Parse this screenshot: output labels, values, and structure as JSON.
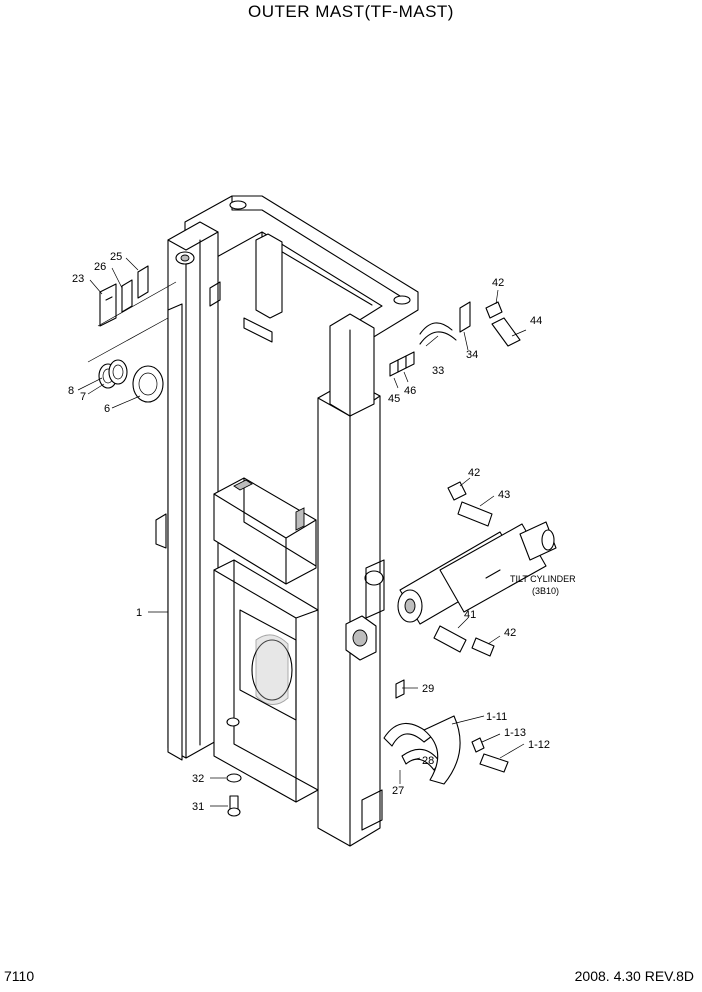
{
  "title": "OUTER MAST(TF-MAST)",
  "footer": {
    "page_code": "7110",
    "revision": "2008. 4.30  REV.8D"
  },
  "annotation": {
    "line1": "TILT CYLINDER",
    "line2": "(3B10)"
  },
  "callouts": {
    "c1": "1",
    "c6": "6",
    "c7": "7",
    "c8": "8",
    "c23": "23",
    "c25": "25",
    "c26": "26",
    "c27": "27",
    "c28": "28",
    "c29": "29",
    "c31": "31",
    "c32": "32",
    "c33": "33",
    "c34": "34",
    "c41": "41",
    "c42a": "42",
    "c42b": "42",
    "c42c": "42",
    "c43": "43",
    "c44": "44",
    "c45": "45",
    "c46": "46",
    "c1_11": "1-11",
    "c1_12": "1-12",
    "c1_13": "1-13"
  }
}
